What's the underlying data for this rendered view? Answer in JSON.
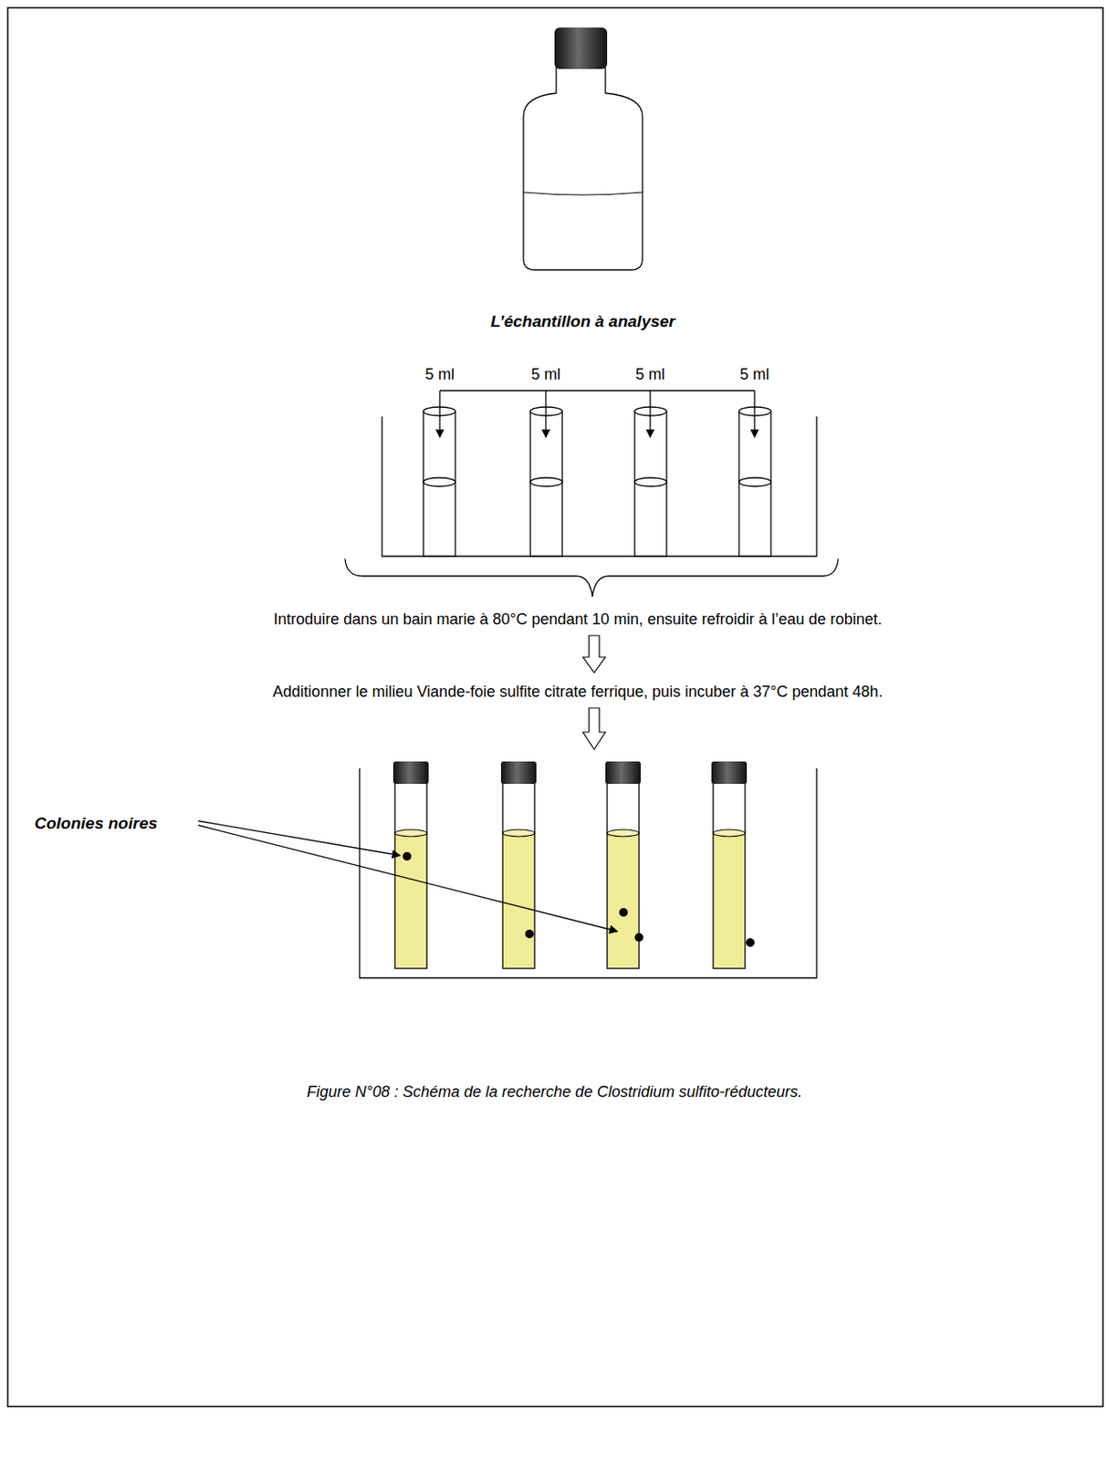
{
  "diagram": {
    "caption": "Figure N°08 : Schéma de la recherche de Clostridium sulfito-réducteurs.",
    "labels": [
      "L’échantillon à analyser",
      "5 ml",
      "5 ml",
      "5 ml",
      "5 ml",
      "Introduire dans un bain marie à 80°C pendant 10 min, ensuite refroidir à l’eau de robinet.",
      "Additionner le milieu Viande-foie sulfite citrate ferrique, puis incuber à 37°C pendant 48h.",
      "Colonies noires"
    ]
  }
}
